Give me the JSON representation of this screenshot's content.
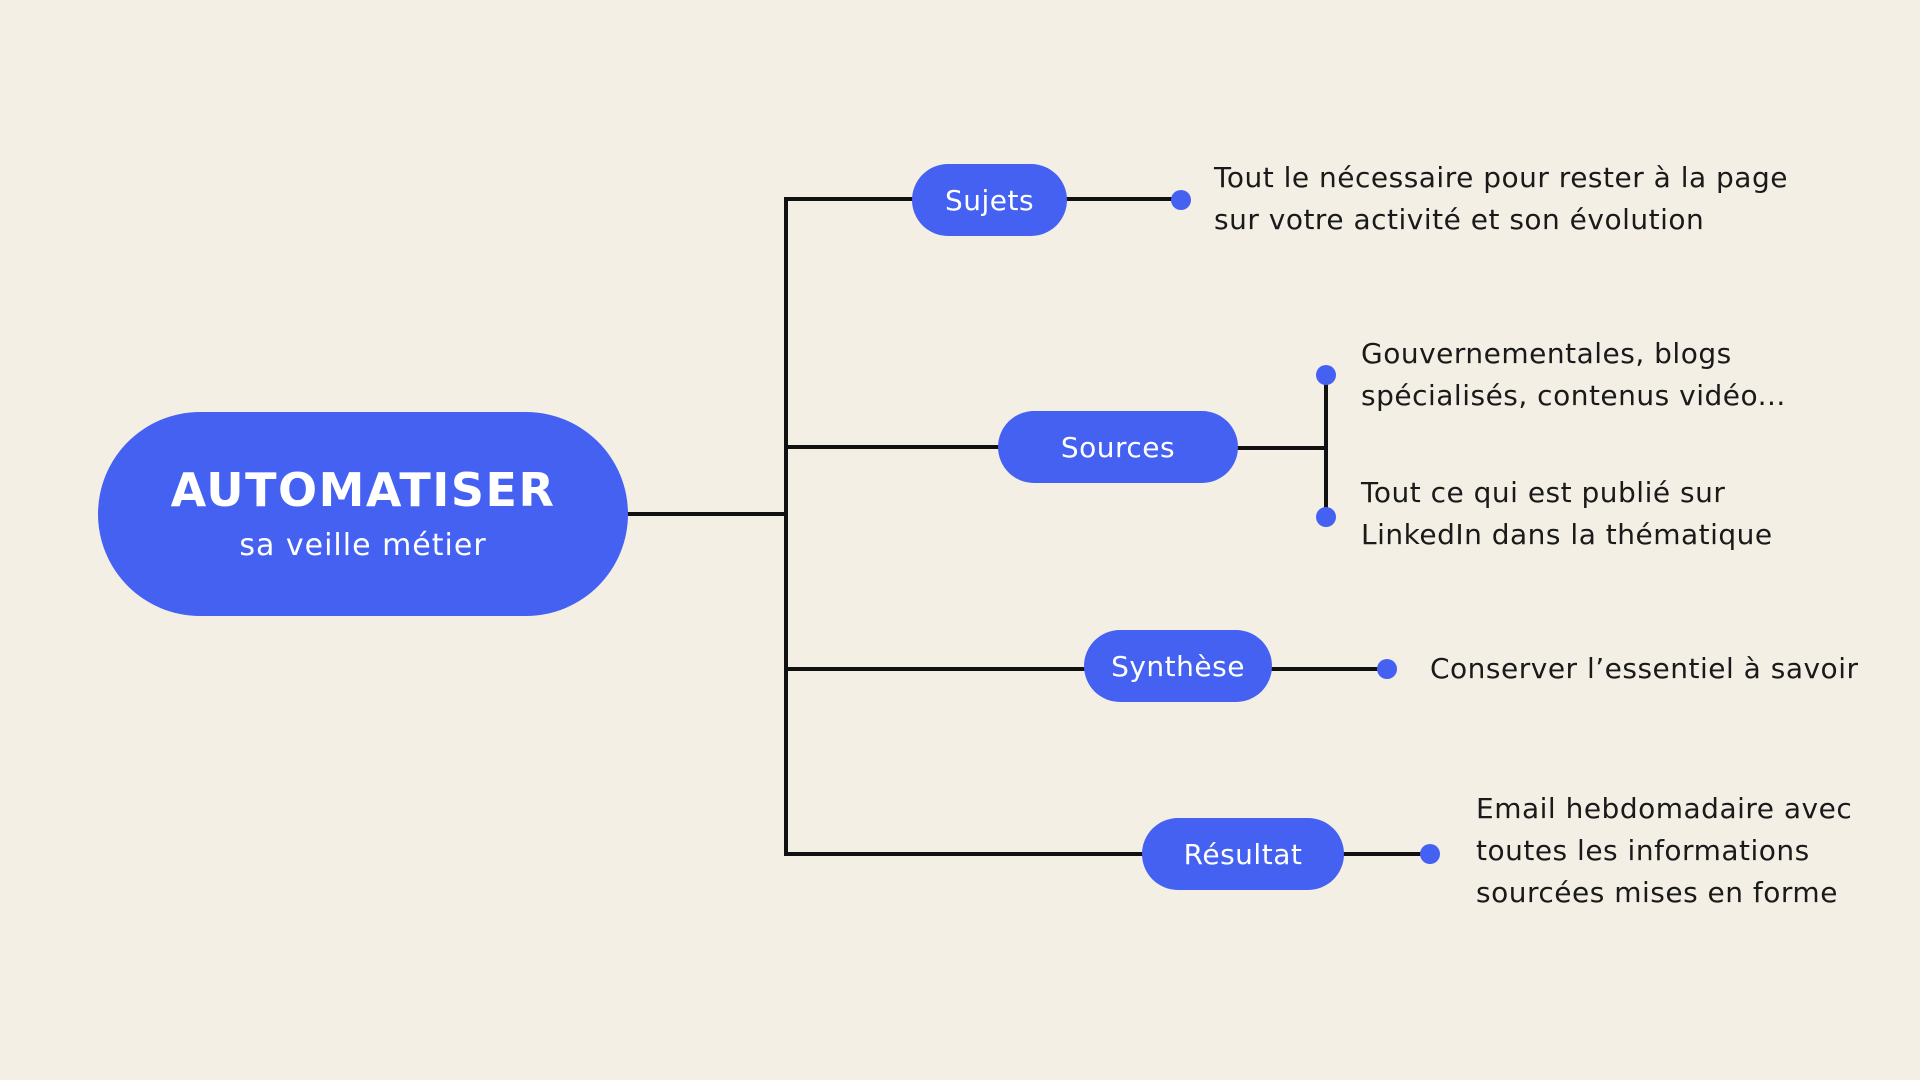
{
  "colors": {
    "background": "#F3EFE5",
    "node": "#4461F2",
    "line": "#111111",
    "text": "#1a1a1a"
  },
  "root": {
    "title": "AUTOMATISER",
    "subtitle": "sa veille métier"
  },
  "branches": [
    {
      "label": "Sujets",
      "items": [
        {
          "lines": [
            "Tout le nécessaire pour rester à la page",
            "sur votre activité et son évolution"
          ]
        }
      ]
    },
    {
      "label": "Sources",
      "items": [
        {
          "lines": [
            "Gouvernementales, blogs",
            "spécialisés, contenus vidéo..."
          ]
        },
        {
          "lines": [
            "Tout ce qui est publié sur",
            "LinkedIn dans la thématique"
          ]
        }
      ]
    },
    {
      "label": "Synthèse",
      "items": [
        {
          "lines": [
            "Conserver l’essentiel à savoir"
          ]
        }
      ]
    },
    {
      "label": "Résultat",
      "items": [
        {
          "lines": [
            "Email hebdomadaire avec",
            "toutes les informations",
            "sourcées mises en forme"
          ]
        }
      ]
    }
  ]
}
